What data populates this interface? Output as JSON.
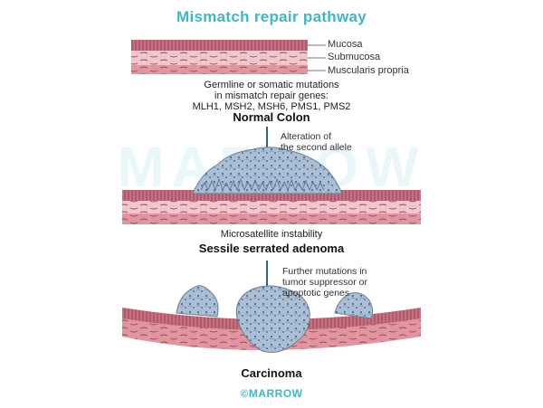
{
  "title": "Mismatch repair pathway",
  "layers": {
    "mucosa": "Mucosa",
    "submucosa": "Submucosa",
    "muscularis": "Muscularis propria"
  },
  "normal_caption": {
    "line1": "Germline or somatic mutations",
    "line2": "in mismatch repair genes:",
    "line3": "MLH1, MSH2, MSH6, PMS1, PMS2"
  },
  "normal_title": "Normal Colon",
  "step1": {
    "line1": "Alteration of",
    "line2": "the second allele"
  },
  "ssa_caption": "Microsatellite instability",
  "ssa_title": "Sessile serrated adenoma",
  "step2": {
    "line1": "Further mutations in",
    "line2": "tumor suppressor or",
    "line3": "apoptotic genes"
  },
  "carcinoma_title": "Carcinoma",
  "watermark": "MARROW",
  "footer": "©MARROW",
  "colors": {
    "accent": "#3fb6c8",
    "mucosa": "#c86f80",
    "submucosa": "#f1c6cc",
    "muscle": "#e3959f",
    "polyp": "#a9bfd6",
    "arrow": "#2f6673"
  }
}
